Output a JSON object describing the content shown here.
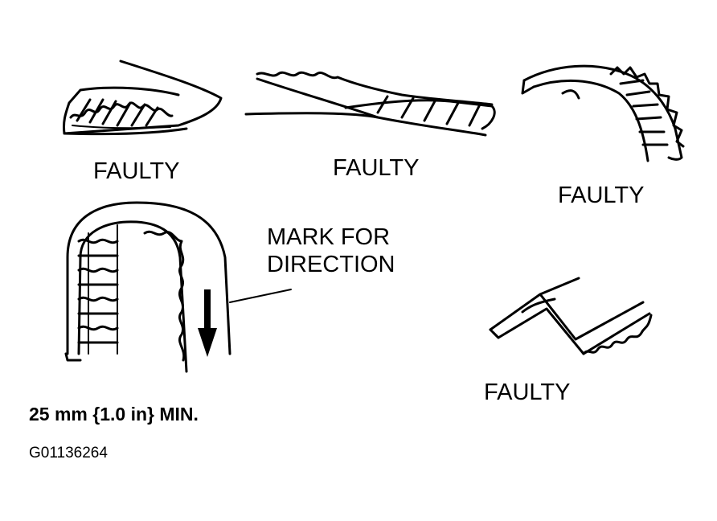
{
  "labels": {
    "faulty_1": "FAULTY",
    "faulty_2": "FAULTY",
    "faulty_3": "FAULTY",
    "faulty_4": "FAULTY",
    "mark_line1": "MARK FOR",
    "mark_line2": "DIRECTION",
    "spec": "25 mm {1.0 in} MIN.",
    "figure_code": "G01136264"
  },
  "colors": {
    "ink": "#000000",
    "paper": "#ffffff"
  }
}
